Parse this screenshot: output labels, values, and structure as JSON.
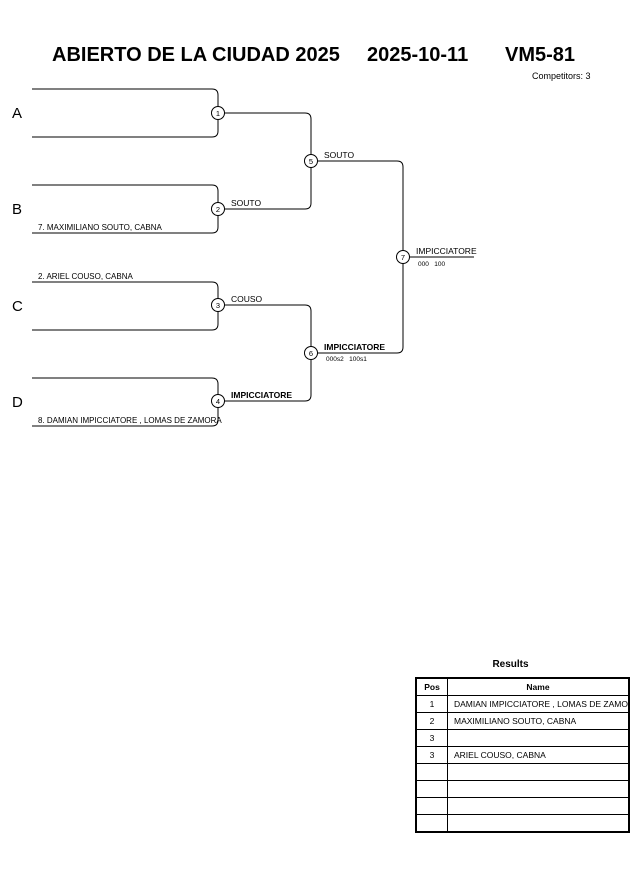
{
  "header": {
    "title": "ABIERTO DE LA CIUDAD 2025",
    "date": "2025-10-11",
    "category": "VM5-81",
    "competitors": "Competitors: 3"
  },
  "pools": [
    "A",
    "B",
    "C",
    "D"
  ],
  "entries": {
    "b": "7. MAXIMILIANO SOUTO, CABNA",
    "c": "2. ARIEL COUSO, CABNA",
    "d": "8. DAMIAN IMPICCIATORE , LOMAS DE ZAMORA"
  },
  "matches": {
    "m1": {
      "num": "1",
      "winner": "",
      "score": ""
    },
    "m2": {
      "num": "2",
      "winner": "SOUTO",
      "score": ""
    },
    "m3": {
      "num": "3",
      "winner": "COUSO",
      "score": ""
    },
    "m4": {
      "num": "4",
      "winner": "IMPICCIATORE",
      "score": ""
    },
    "m5": {
      "num": "5",
      "winner": "SOUTO",
      "score": ""
    },
    "m6": {
      "num": "6",
      "winner": "IMPICCIATORE",
      "score": "000s2   100s1"
    },
    "m7": {
      "num": "7",
      "winner": "IMPICCIATORE",
      "score": "000   100"
    }
  },
  "results": {
    "title": "Results",
    "headers": {
      "pos": "Pos",
      "name": "Name"
    },
    "rows": [
      {
        "pos": "1",
        "name": "DAMIAN IMPICCIATORE , LOMAS DE ZAMO"
      },
      {
        "pos": "2",
        "name": "MAXIMILIANO SOUTO, CABNA"
      },
      {
        "pos": "3",
        "name": ""
      },
      {
        "pos": "3",
        "name": "ARIEL COUSO, CABNA"
      },
      {
        "pos": "",
        "name": ""
      },
      {
        "pos": "",
        "name": ""
      },
      {
        "pos": "",
        "name": ""
      },
      {
        "pos": "",
        "name": ""
      }
    ]
  }
}
